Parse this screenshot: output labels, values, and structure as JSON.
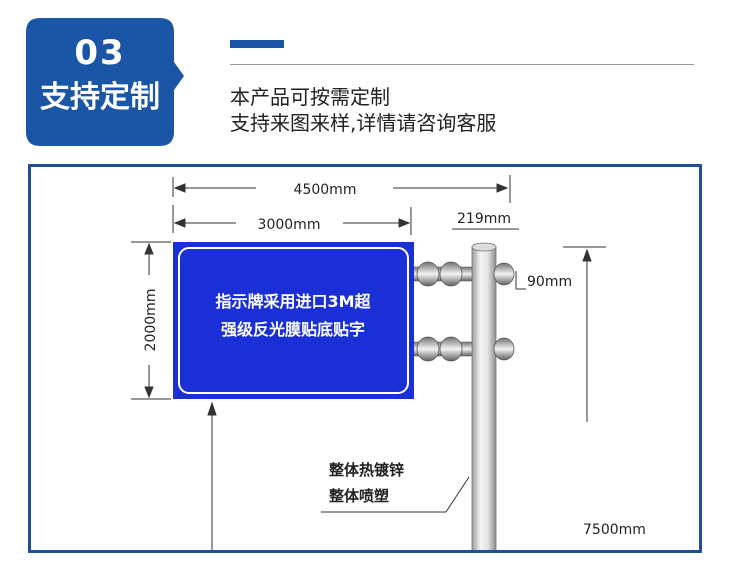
{
  "badge": {
    "number": "03",
    "title": "支持定制",
    "color": "#1a55a6"
  },
  "description": {
    "line1": "本产品可按需定制",
    "line2": "支持来图来样,详情请咨询客服"
  },
  "diagram": {
    "dim_total_width": "4500mm",
    "dim_sign_width": "3000mm",
    "dim_sign_height": "2000mm",
    "dim_pole_diameter": "219mm",
    "dim_arm": "90mm",
    "dim_pole_height": "7500mm",
    "sign_text_line1": "指示牌采用进口3M超",
    "sign_text_line2": "强级反光膜贴底贴字",
    "finish_line1": "整体热镀锌",
    "finish_line2": "整体喷塑",
    "sign_color": "#1a2fd6",
    "frame_color": "#1f4f97"
  }
}
